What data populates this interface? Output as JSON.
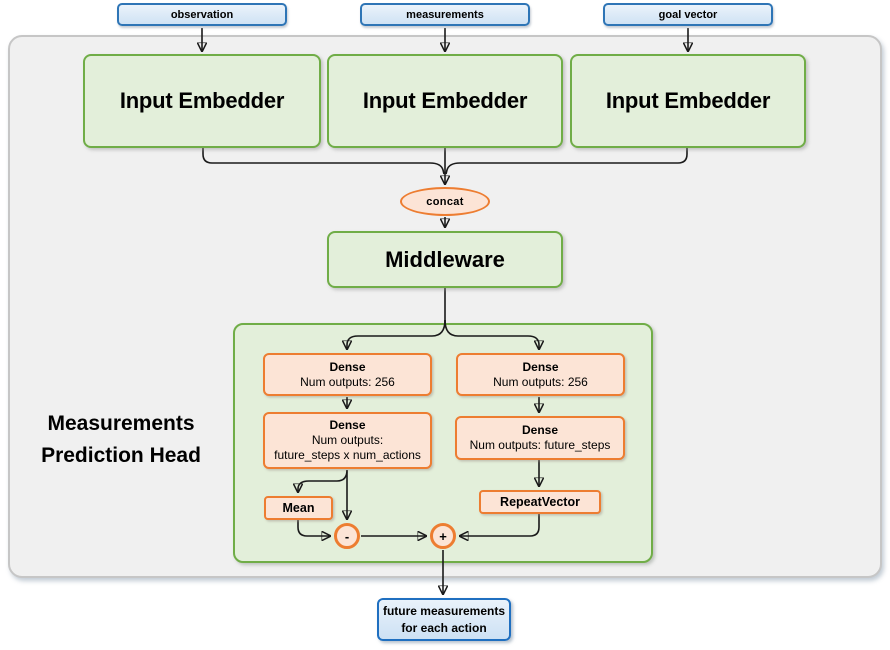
{
  "diagram": {
    "inputs": [
      {
        "label": "observation"
      },
      {
        "label": "measurements"
      },
      {
        "label": "goal vector"
      }
    ],
    "embedders": [
      {
        "label": "Input Embedder"
      },
      {
        "label": "Input Embedder"
      },
      {
        "label": "Input Embedder"
      }
    ],
    "concat": {
      "label": "concat"
    },
    "middleware": {
      "label": "Middleware"
    },
    "head": {
      "title_line1": "Measurements",
      "title_line2": "Prediction Head",
      "left_branch": {
        "dense1": {
          "title": "Dense",
          "subtitle": "Num outputs: 256"
        },
        "dense2": {
          "title": "Dense",
          "subtitle_line1": "Num outputs:",
          "subtitle_line2": "future_steps x num_actions"
        },
        "mean": {
          "label": "Mean"
        },
        "minus": {
          "label": "-"
        }
      },
      "right_branch": {
        "dense1": {
          "title": "Dense",
          "subtitle": "Num outputs: 256"
        },
        "dense2": {
          "title": "Dense",
          "subtitle": "Num outputs: future_steps"
        },
        "repeat_vector": {
          "label": "RepeatVector"
        },
        "plus": {
          "label": "+"
        }
      }
    },
    "output": {
      "label_line1": "future measurements",
      "label_line2": "for each action"
    },
    "colors": {
      "blue_border": "#2E75B6",
      "blue_fill": "#DCE9F7",
      "green_border": "#70AD47",
      "green_fill": "#E3EFDA",
      "orange_border": "#ED7D31",
      "orange_fill": "#FCE4D6",
      "panel_fill": "#F0F0F0",
      "panel_border": "#C6C6C6",
      "wire": "#1A1A1A"
    }
  }
}
